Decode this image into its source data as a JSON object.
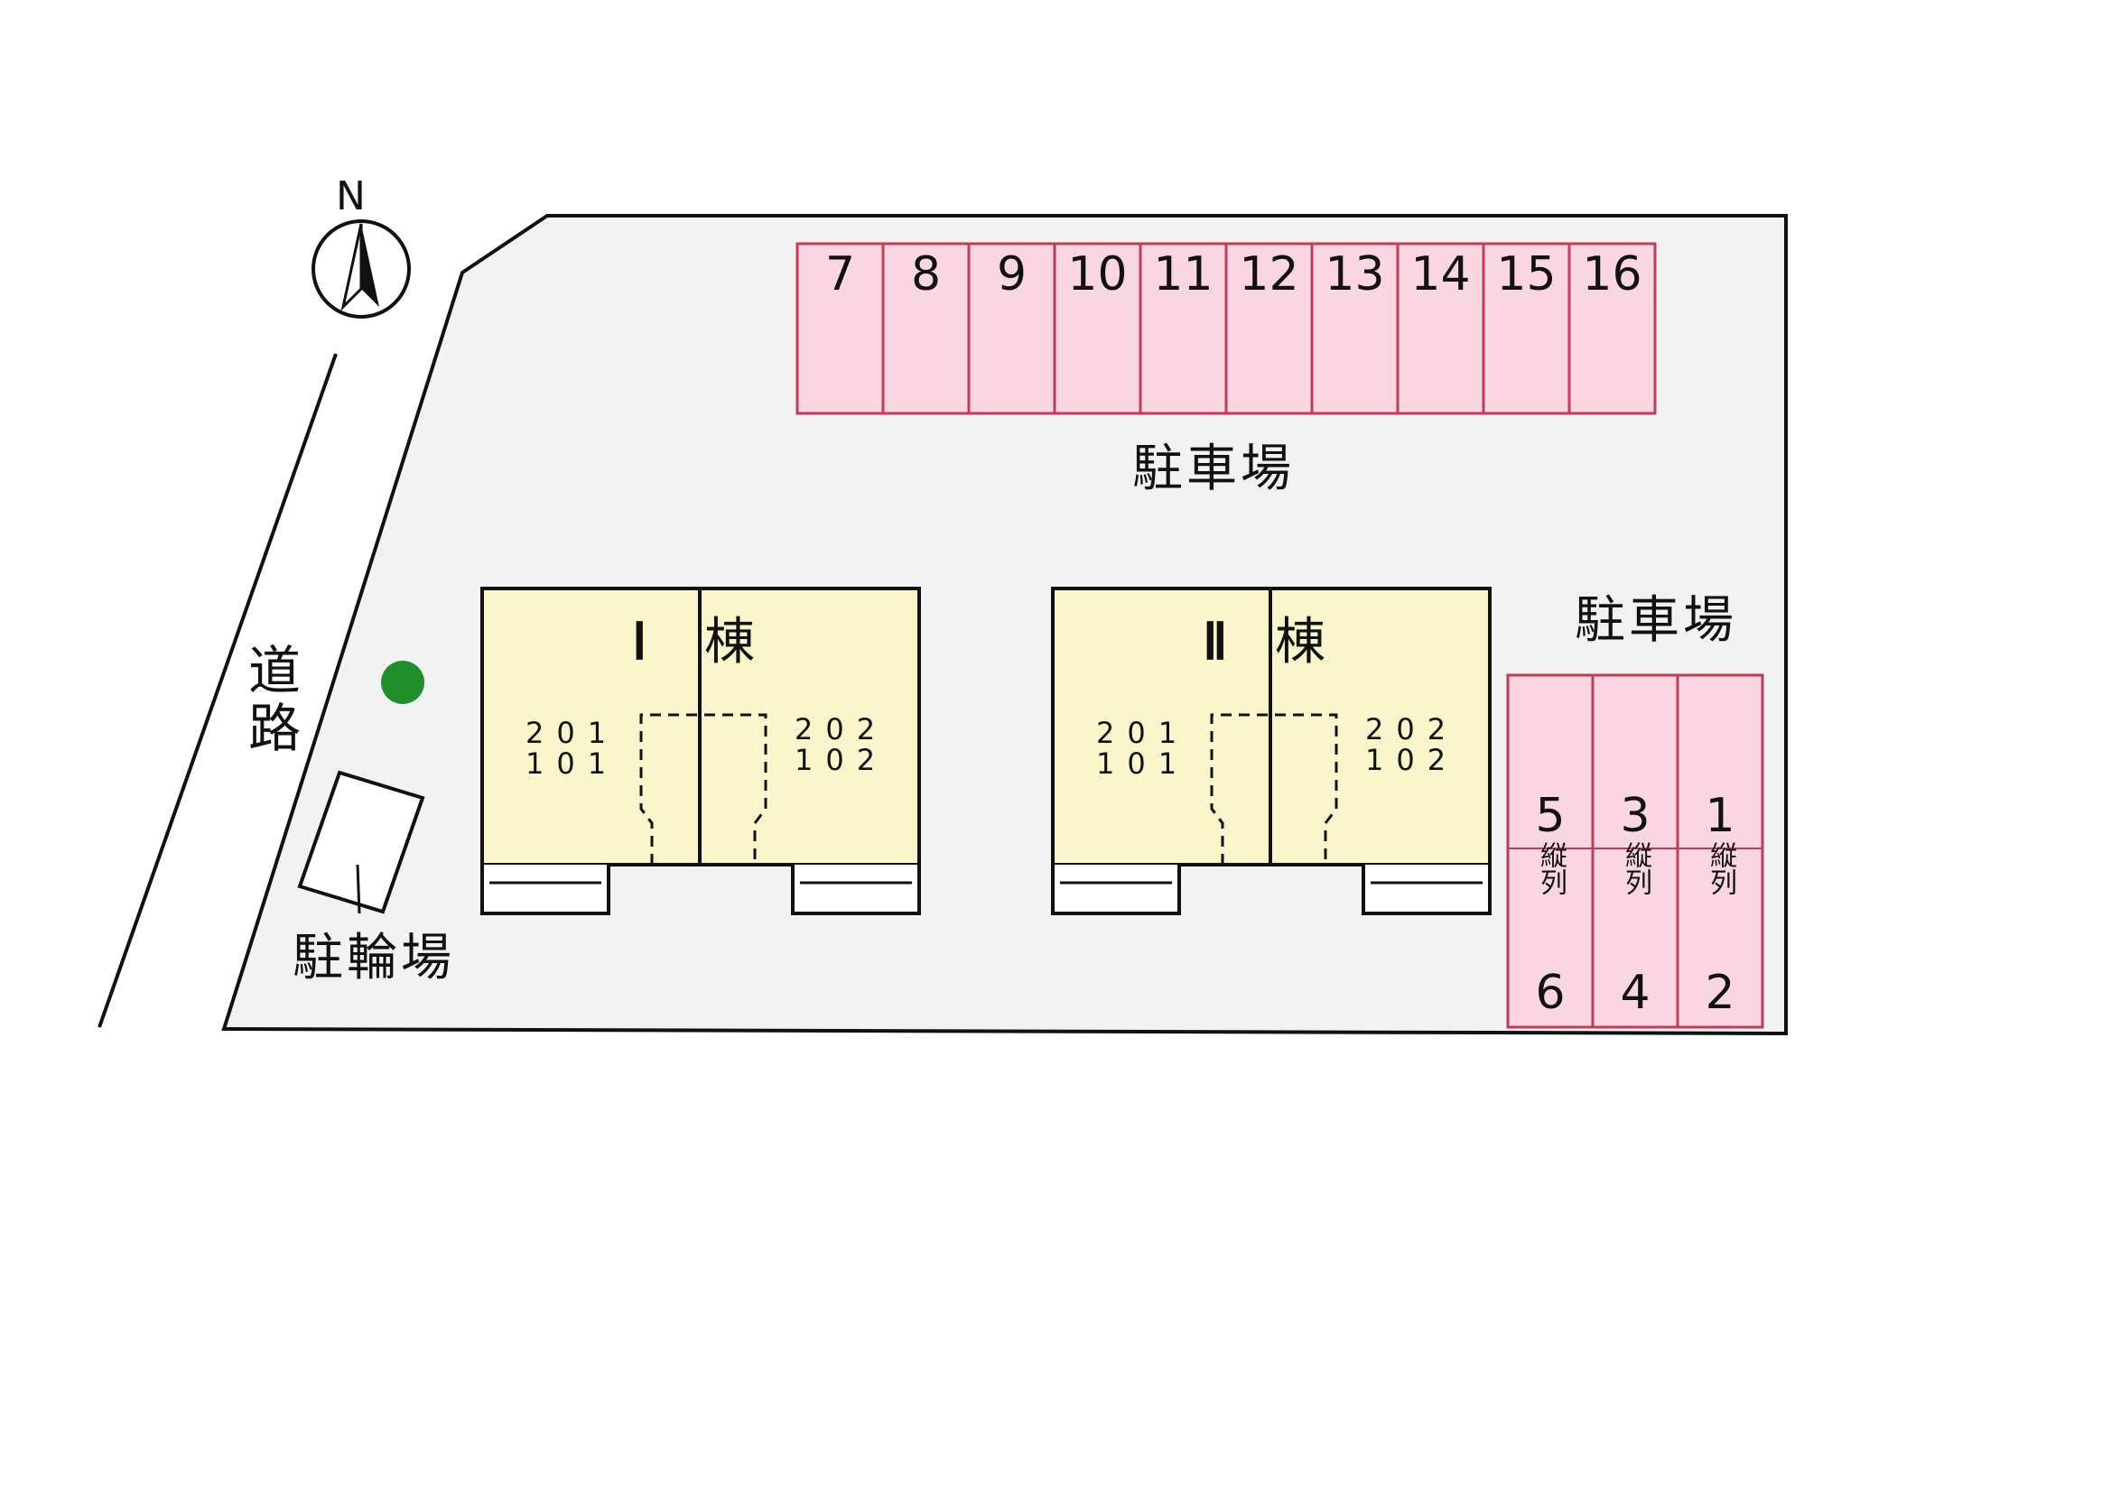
{
  "compass": {
    "north_label": "N"
  },
  "road": {
    "label": "道路"
  },
  "bicycle_parking": {
    "label": "駐輪場"
  },
  "parking_north": {
    "label": "駐車場",
    "spaces": [
      "7",
      "8",
      "9",
      "10",
      "11",
      "12",
      "13",
      "14",
      "15",
      "16"
    ]
  },
  "parking_east": {
    "label": "駐車場",
    "columns": [
      {
        "top": "5",
        "note": "縦列",
        "bottom": "6"
      },
      {
        "top": "3",
        "note": "縦列",
        "bottom": "4"
      },
      {
        "top": "1",
        "note": "縦列",
        "bottom": "2"
      }
    ]
  },
  "buildings": [
    {
      "name_numeral": "Ⅰ",
      "name_suffix": "棟",
      "left_rooms": "201\n101",
      "right_rooms": "202\n102"
    },
    {
      "name_numeral": "Ⅱ",
      "name_suffix": "棟",
      "left_rooms": "201\n101",
      "right_rooms": "202\n102"
    }
  ],
  "colors": {
    "site": "#f2f2f2",
    "parking_fill": "#f9d6e1",
    "parking_stroke": "#c23a5c",
    "building_fill": "#fbf5cc",
    "tree": "#1f8f2a"
  }
}
